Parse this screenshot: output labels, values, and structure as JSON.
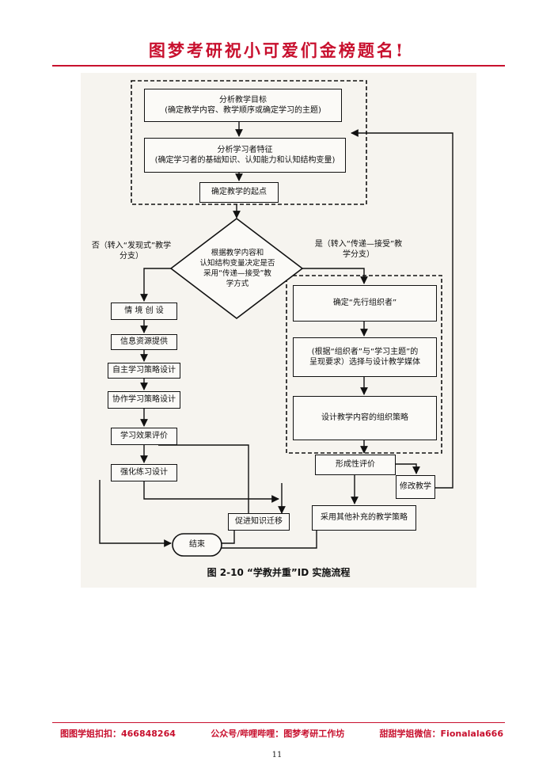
{
  "header": {
    "title": "图梦考研祝小可爱们金榜题名!"
  },
  "diagram": {
    "nodes": {
      "analyze_goal": [
        "分析教学目标",
        "(确定教学内容、教学顺序或确定学习的主题)"
      ],
      "analyze_learner": [
        "分析学习者特征",
        "(确定学习者的基础知识、认知能力和认知结构变量)"
      ],
      "start_point": [
        "确定教学的起点"
      ],
      "decision": [
        "根据教学内容和",
        "认知结构变量决定是否",
        "采用“传递—接受”教",
        "学方式"
      ],
      "no_label": [
        "否（转入“发现式”教学",
        "分支）"
      ],
      "yes_label": [
        "是（转入“传递—接受”教",
        "学分支）"
      ],
      "situation": [
        "情 境 创 设"
      ],
      "info_resource": [
        "信息资源提供"
      ],
      "self_study": [
        "自主学习策略设计"
      ],
      "collab_study": [
        "协作学习策略设计"
      ],
      "eval_effect": [
        "学习效果评价"
      ],
      "reinforce": [
        "强化练习设计"
      ],
      "organizer": [
        "确定“先行组织者”"
      ],
      "media": [
        "(根据“组织者”与“学习主题”的",
        "呈现要求）选择与设计教学媒体"
      ],
      "org_strategy": [
        "设计教学内容的组织策略"
      ],
      "formative": [
        "形成性评价"
      ],
      "revise": [
        "修改教学"
      ],
      "transfer": [
        "促进知识迁移"
      ],
      "supplement": [
        "采用其他补充的教学策略"
      ],
      "end": [
        "结束"
      ]
    },
    "caption": "图 2-10  “学教并重”ID 实施流程"
  },
  "footer": {
    "qq": "图图学姐扣扣：466848264",
    "official": "公众号/哔哩哔哩：图梦考研工作坊",
    "wechat": "甜甜学姐微信：Fionalala666"
  },
  "page_number": "11"
}
